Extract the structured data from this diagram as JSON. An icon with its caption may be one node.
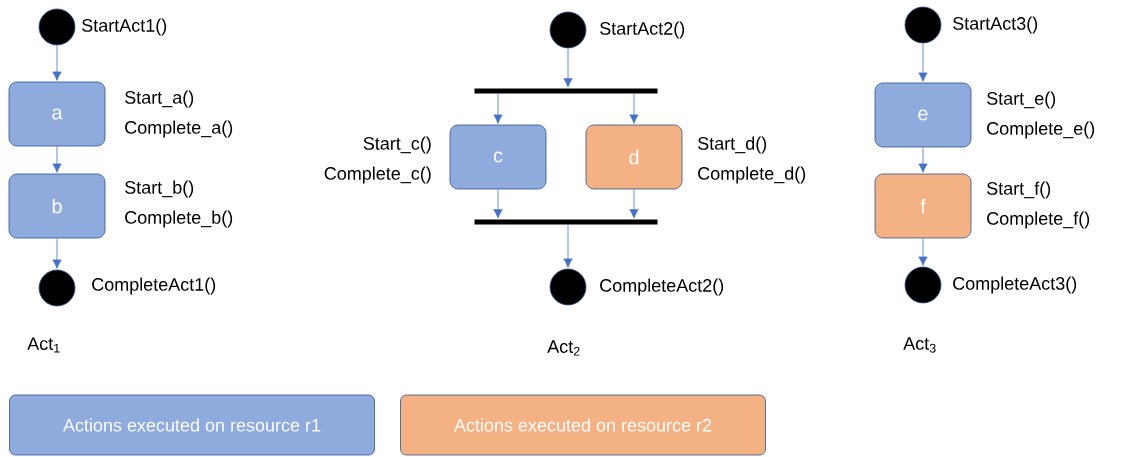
{
  "diagram": {
    "nodes": [
      {
        "text": [],
        "shape": "circle",
        "beside": [
          "StartAct1()"
        ]
      },
      {
        "text": [
          "a"
        ],
        "beside": [
          "Start_a()",
          "Complete_a()"
        ]
      },
      {
        "text": [
          "b"
        ],
        "beside": [
          "Start_b()",
          "Complete_b()"
        ]
      },
      {
        "text": [],
        "shape": "circle",
        "beside": [
          "CompleteAct1()"
        ]
      },
      {
        "text": [],
        "shape": "circle",
        "beside": [
          "StartAct2()"
        ]
      },
      {
        "text": [],
        "shape": "bar"
      },
      {
        "text": [
          "c"
        ],
        "beside": [
          "Start_c()",
          "Complete_c()"
        ]
      },
      {
        "text": [
          "d"
        ],
        "beside": [
          "Start_d()",
          "Complete_d()"
        ]
      },
      {
        "text": [],
        "shape": "bar"
      },
      {
        "text": [],
        "shape": "circle",
        "beside": [
          "CompleteAct2()"
        ]
      },
      {
        "text": [],
        "shape": "circle",
        "beside": [
          "StartAct3()"
        ]
      },
      {
        "text": [
          "e"
        ],
        "beside": [
          "Start_e()",
          "Complete_e()"
        ]
      },
      {
        "text": [
          "f"
        ],
        "beside": [
          "Start_f()",
          "Complete_f()"
        ]
      },
      {
        "text": [],
        "shape": "circle",
        "beside": [
          "CompleteAct3()"
        ]
      }
    ],
    "edges": [
      {
        "from": 0,
        "to": 1,
        "arrow": "to"
      },
      {
        "from": 1,
        "to": 2,
        "arrow": "to"
      },
      {
        "from": 2,
        "to": 3,
        "arrow": "to"
      },
      {
        "from": 4,
        "to": 5,
        "arrow": "to"
      },
      {
        "from": 5,
        "to": 6,
        "arrow": "to"
      },
      {
        "from": 5,
        "to": 7,
        "arrow": "to"
      },
      {
        "from": 6,
        "to": 8,
        "arrow": "to"
      },
      {
        "from": 7,
        "to": 8,
        "arrow": "to"
      },
      {
        "from": 8,
        "to": 9,
        "arrow": "to"
      },
      {
        "from": 10,
        "to": 11,
        "arrow": "to"
      },
      {
        "from": 11,
        "to": 12,
        "arrow": "to"
      },
      {
        "from": 12,
        "to": 13,
        "arrow": "to"
      }
    ],
    "labels": [
      "Act$_{1}$",
      "Act$_{2}$",
      "Act$_{3}$"
    ],
    "legend": [
      {
        "text": "Actions executed on resource r1",
        "color": "#8faadc"
      },
      {
        "text": "Actions executed on resource r2",
        "color": "#f4b183"
      }
    ]
  }
}
